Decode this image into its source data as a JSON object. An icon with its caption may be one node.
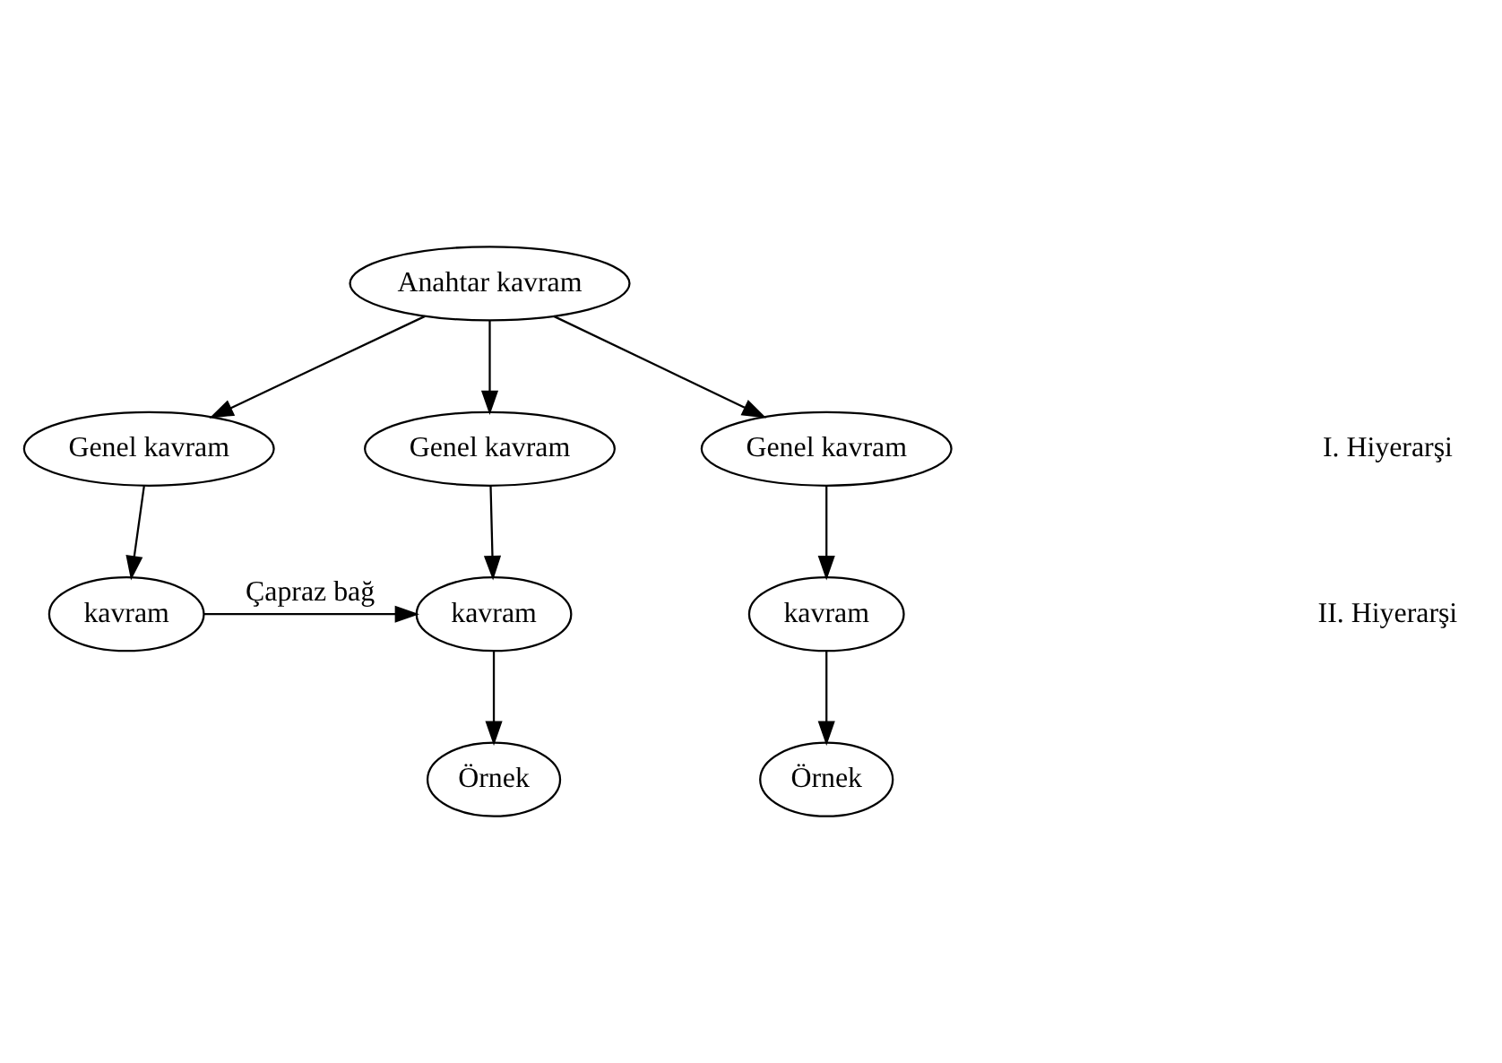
{
  "diagram": {
    "nodes": [
      {
        "text": [
          "Anahtar kavram"
        ]
      },
      {
        "text": [
          "Genel kavram"
        ]
      },
      {
        "text": [
          "Genel kavram"
        ]
      },
      {
        "text": [
          "Genel kavram"
        ]
      },
      {
        "text": [
          "kavram"
        ]
      },
      {
        "text": [
          "kavram"
        ]
      },
      {
        "text": [
          "kavram"
        ]
      },
      {
        "text": [
          "Örnek"
        ]
      },
      {
        "text": [
          "Örnek"
        ]
      }
    ],
    "edges": [
      {
        "from": 0,
        "to": 1,
        "arrow": "to"
      },
      {
        "from": 0,
        "to": 2,
        "arrow": "to"
      },
      {
        "from": 0,
        "to": 3,
        "arrow": "to"
      },
      {
        "from": 1,
        "to": 4,
        "arrow": "to"
      },
      {
        "from": 2,
        "to": 5,
        "arrow": "to"
      },
      {
        "from": 3,
        "to": 6,
        "arrow": "to"
      },
      {
        "from": 4,
        "to": 5,
        "arrow": "to",
        "label": "Çapraz bağ"
      },
      {
        "from": 5,
        "to": 7,
        "arrow": "to"
      },
      {
        "from": 6,
        "to": 8,
        "arrow": "to"
      }
    ],
    "labels": [
      "I. Hiyerarşi",
      "II. Hiyerarşi"
    ]
  }
}
